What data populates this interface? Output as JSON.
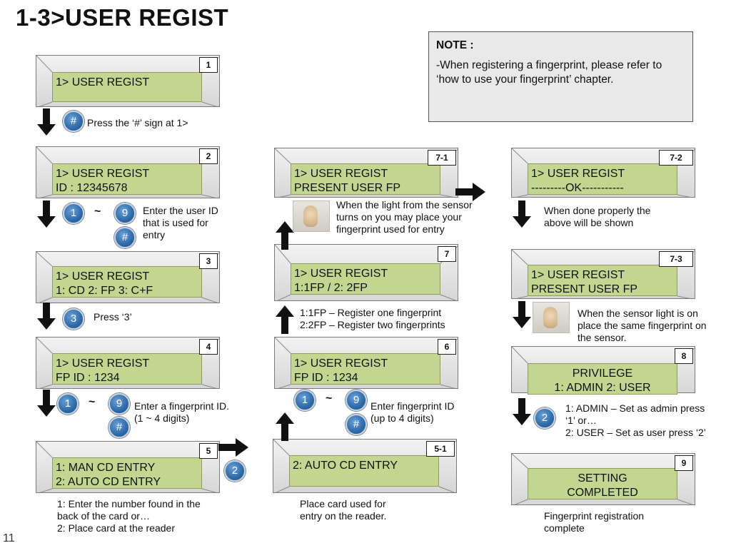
{
  "title": "1-3>USER REGIST",
  "page_number": "11",
  "note": {
    "heading": "NOTE :",
    "body": "-When registering a fingerprint, please refer to ‘how to use your fingerprint’ chapter."
  },
  "panels": [
    {
      "id": "1",
      "lines": [
        "1> USER REGIST"
      ]
    },
    {
      "id": "2",
      "lines": [
        "1> USER REGIST",
        "ID : 12345678"
      ]
    },
    {
      "id": "3",
      "lines": [
        "1> USER REGIST",
        "1: CD 2: FP 3: C+F"
      ]
    },
    {
      "id": "4",
      "lines": [
        "1> USER REGIST",
        "FP ID : 1234"
      ]
    },
    {
      "id": "5",
      "lines": [
        "1: MAN CD ENTRY",
        "2: AUTO CD ENTRY"
      ]
    },
    {
      "id": "5-1",
      "lines": [
        "2: AUTO CD ENTRY"
      ]
    },
    {
      "id": "6",
      "lines": [
        "1> USER REGIST",
        "FP ID : 1234"
      ]
    },
    {
      "id": "7",
      "lines": [
        "1> USER REGIST",
        "1:1FP  /  2: 2FP"
      ]
    },
    {
      "id": "7-1",
      "lines": [
        "1> USER REGIST",
        "PRESENT USER FP"
      ]
    },
    {
      "id": "7-2",
      "lines": [
        "1> USER REGIST",
        "---------OK-----------"
      ]
    },
    {
      "id": "7-3",
      "lines": [
        "1> USER REGIST",
        "PRESENT USER FP"
      ]
    },
    {
      "id": "8",
      "lines": [
        "PRIVILEGE",
        "1: ADMIN       2: USER"
      ]
    },
    {
      "id": "9",
      "lines": [
        "SETTING",
        "COMPLETED"
      ]
    }
  ],
  "keys": {
    "hash": "#",
    "one": "1",
    "nine": "9",
    "two": "2",
    "three": "3",
    "tilde": "~"
  },
  "captions": {
    "press_hash": "Press the ‘#’ sign at 1>",
    "enter_user_id": [
      "Enter the user ID",
      "that is used for",
      "entry"
    ],
    "press_3": "Press ‘3’",
    "enter_fp_id": [
      "Enter a fingerprint ID.",
      "(1 ~ 4 digits)"
    ],
    "step5_desc": [
      "1: Enter the number found in the",
      "back of the card or…",
      "2: Place card at the reader"
    ],
    "step51_desc": [
      "Place card used for",
      "entry on the reader."
    ],
    "step6_desc": [
      "Enter fingerprint ID",
      "(up to 4 digits)"
    ],
    "step7_desc": [
      "1:1FP – Register one fingerprint",
      "2:2FP – Register two fingerprints"
    ],
    "step71_desc": [
      "When the light from the sensor",
      "turns on you may place your",
      "fingerprint used for entry"
    ],
    "step72_desc": [
      "When done properly the",
      "above will be shown"
    ],
    "step73_desc": [
      "When the sensor light is on",
      "place the same fingerprint on",
      "the sensor."
    ],
    "step8_desc": [
      "1: ADMIN – Set as admin press",
      "‘1’ or…",
      "2: USER – Set as user press ‘2’"
    ],
    "step9_desc": [
      "Fingerprint registration",
      "complete"
    ]
  }
}
